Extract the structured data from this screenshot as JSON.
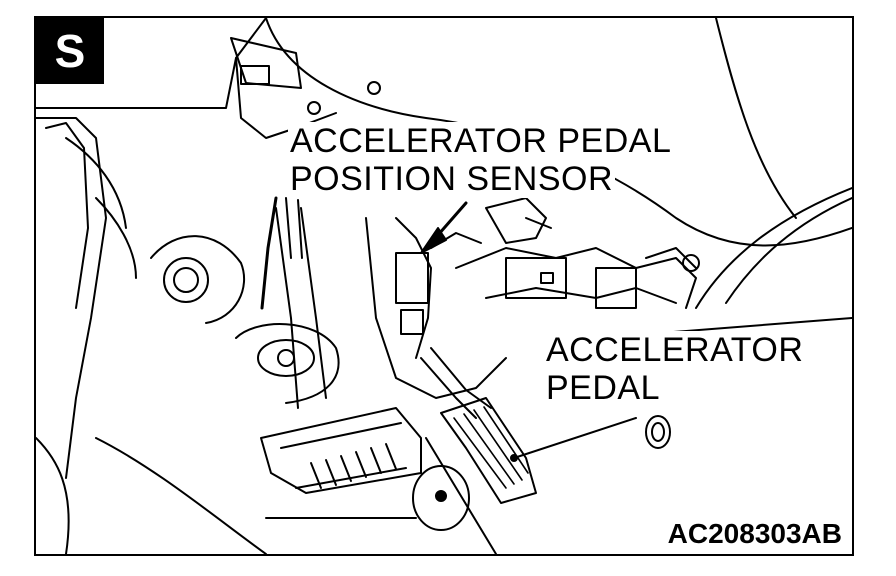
{
  "badge": {
    "letter": "S"
  },
  "labels": {
    "sensor_line1": "ACCELERATOR PEDAL",
    "sensor_line2": "POSITION SENSOR",
    "pedal_line1": "ACCELERATOR",
    "pedal_line2": "PEDAL"
  },
  "figure_code": "AC208303AB",
  "colors": {
    "ink": "#000000",
    "paper": "#ffffff"
  }
}
